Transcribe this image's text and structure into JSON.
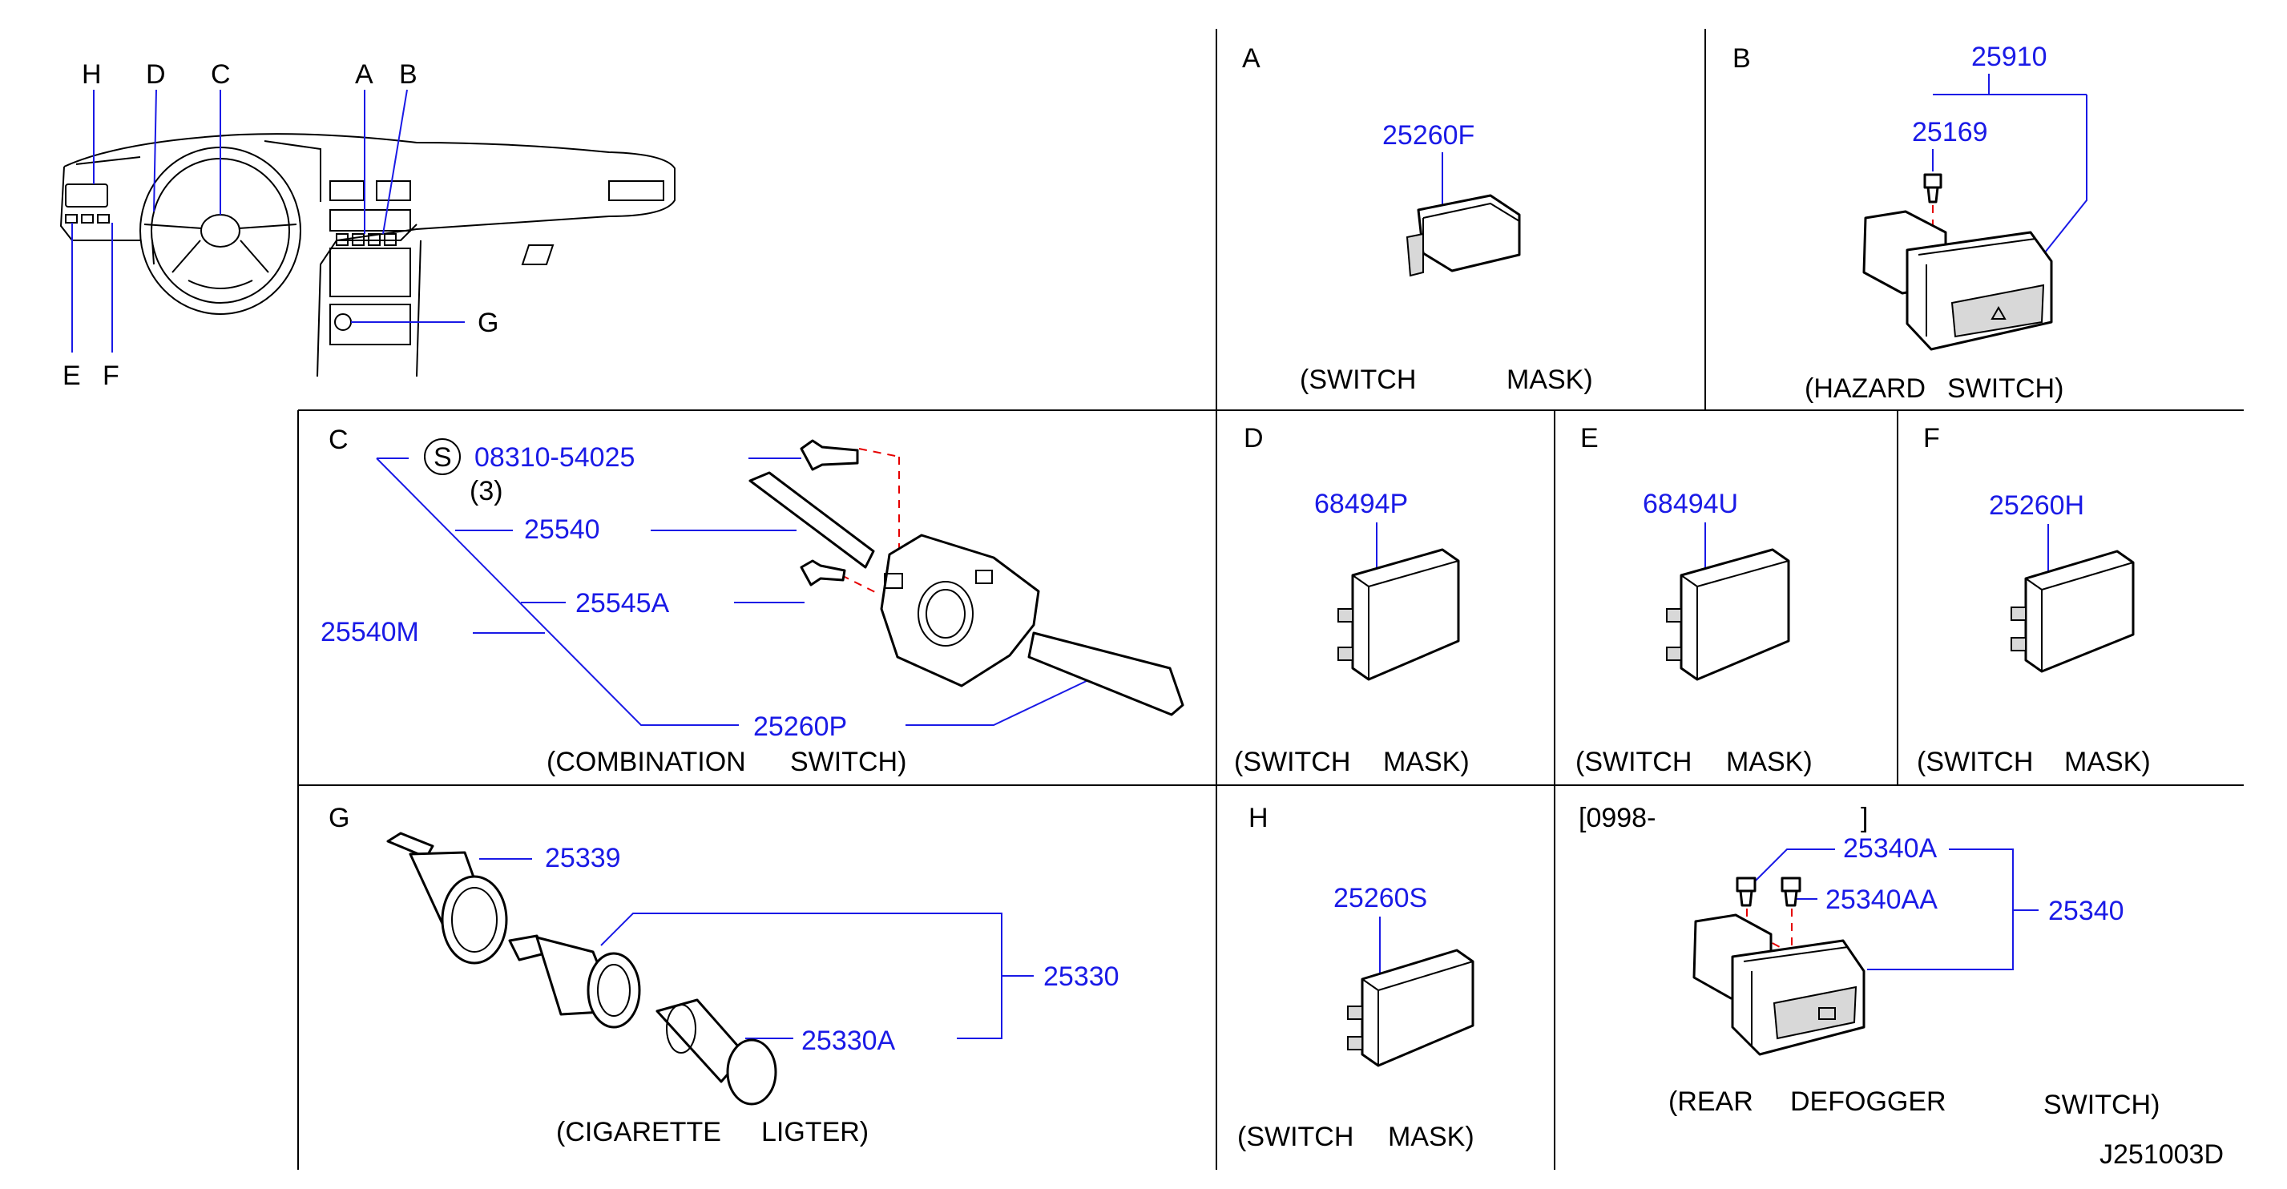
{
  "overview": {
    "callouts": [
      "H",
      "D",
      "C",
      "A",
      "B",
      "G",
      "E",
      "F"
    ]
  },
  "panels": {
    "a": {
      "letter": "A",
      "part": "25260F",
      "caption_1": "(SWITCH",
      "caption_2": "MASK)"
    },
    "b": {
      "letter": "B",
      "part_main": "25910",
      "part_sub": "25169",
      "caption_1": "(HAZARD",
      "caption_2": "SWITCH)"
    },
    "c": {
      "letter": "C",
      "s_mark": "S",
      "screw_part": "08310-54025",
      "screw_qty": "(3)",
      "part_1": "25540",
      "part_2": "25545A",
      "part_3": "25540M",
      "part_4": "25260P",
      "caption_1": "(COMBINATION",
      "caption_2": "SWITCH)"
    },
    "d": {
      "letter": "D",
      "part": "68494P",
      "caption_1": "(SWITCH",
      "caption_2": "MASK)"
    },
    "e": {
      "letter": "E",
      "part": "68494U",
      "caption_1": "(SWITCH",
      "caption_2": "MASK)"
    },
    "f": {
      "letter": "F",
      "part": "25260H",
      "caption_1": "(SWITCH",
      "caption_2": "MASK)"
    },
    "g": {
      "letter": "G",
      "part_1": "25339",
      "part_2": "25330",
      "part_3": "25330A",
      "caption_1": "(CIGARETTE",
      "caption_2": "LIGTER)"
    },
    "h": {
      "letter": "H",
      "part": "25260S",
      "caption_1": "(SWITCH",
      "caption_2": "MASK)"
    },
    "rear": {
      "date_start": "[0998-",
      "date_end": "]",
      "part_1": "25340A",
      "part_2": "25340AA",
      "part_3": "25340",
      "caption_1": "(REAR",
      "caption_2": "DEFOGGER",
      "caption_3": "SWITCH)"
    }
  },
  "drawing_code": "J251003D"
}
